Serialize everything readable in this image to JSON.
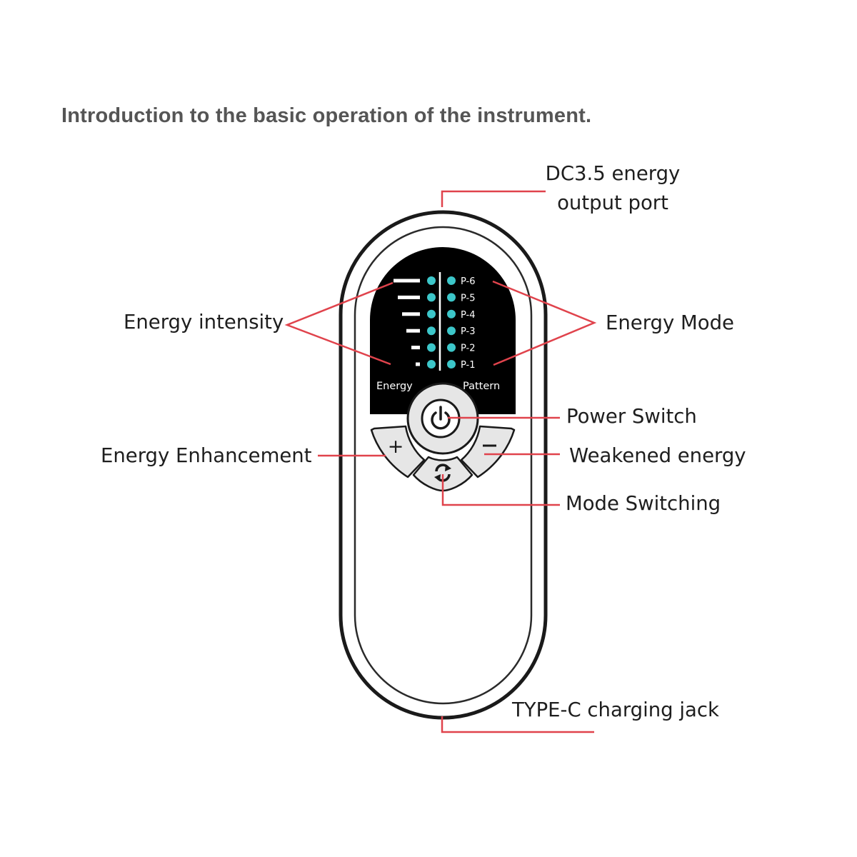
{
  "heading": "Introduction to the basic operation of the instrument.",
  "device": {
    "energy_label": "Energy",
    "pattern_label": "Pattern",
    "patterns": [
      "P-6",
      "P-5",
      "P-4",
      "P-3",
      "P-2",
      "P-1"
    ],
    "buttons": {
      "plus_symbol": "+",
      "minus_symbol": "−",
      "power_icon": "power-icon",
      "mode_icon": "refresh-icon"
    },
    "colors": {
      "display_bg": "#000000",
      "indicator_dot": "#3cc6c9",
      "leader_line": "#e0434c",
      "device_outline": "#1a1a1a",
      "button_fill": "#e6e6e6"
    }
  },
  "callouts": {
    "dc_port_line1": "DC3.5 energy",
    "dc_port_line2": "output port",
    "energy_intensity": "Energy intensity",
    "energy_mode": "Energy Mode",
    "power_switch": "Power Switch",
    "energy_enhancement": "Energy Enhancement",
    "weakened_energy": "Weakened energy",
    "mode_switching": "Mode Switching",
    "type_c": "TYPE-C charging jack"
  }
}
